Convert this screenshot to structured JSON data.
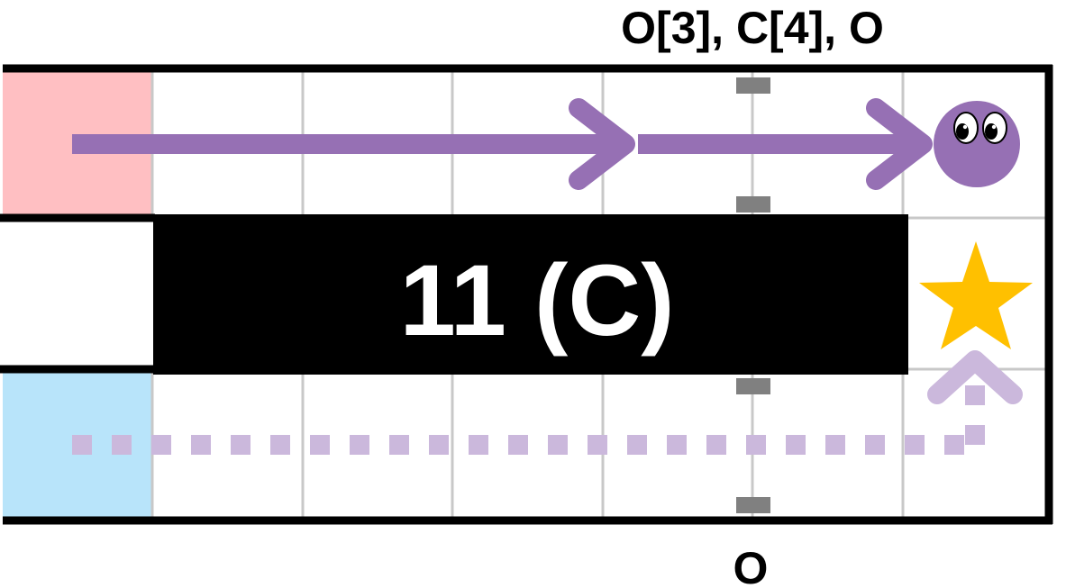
{
  "top_label": "O[3], C[4], O",
  "bottom_label": "O",
  "wall": {
    "label": "11 (C)"
  },
  "colors": {
    "start_cell": "#ffbfc2",
    "goal_cell": "#b8e4fa",
    "grid_line": "#c8c8c8",
    "border": "#000000",
    "wall_fill": "#000000",
    "wall_text": "#ffffff",
    "path_solid": "#9670b4",
    "path_dotted": "#cbb8dc",
    "marker": "#808080",
    "star": "#ffc000",
    "agent_body": "#9670b4"
  },
  "icons": {
    "agent": "purple-blob-character-icon",
    "goal": "gold-star-icon",
    "arrow": "chevron-arrow-icon"
  }
}
